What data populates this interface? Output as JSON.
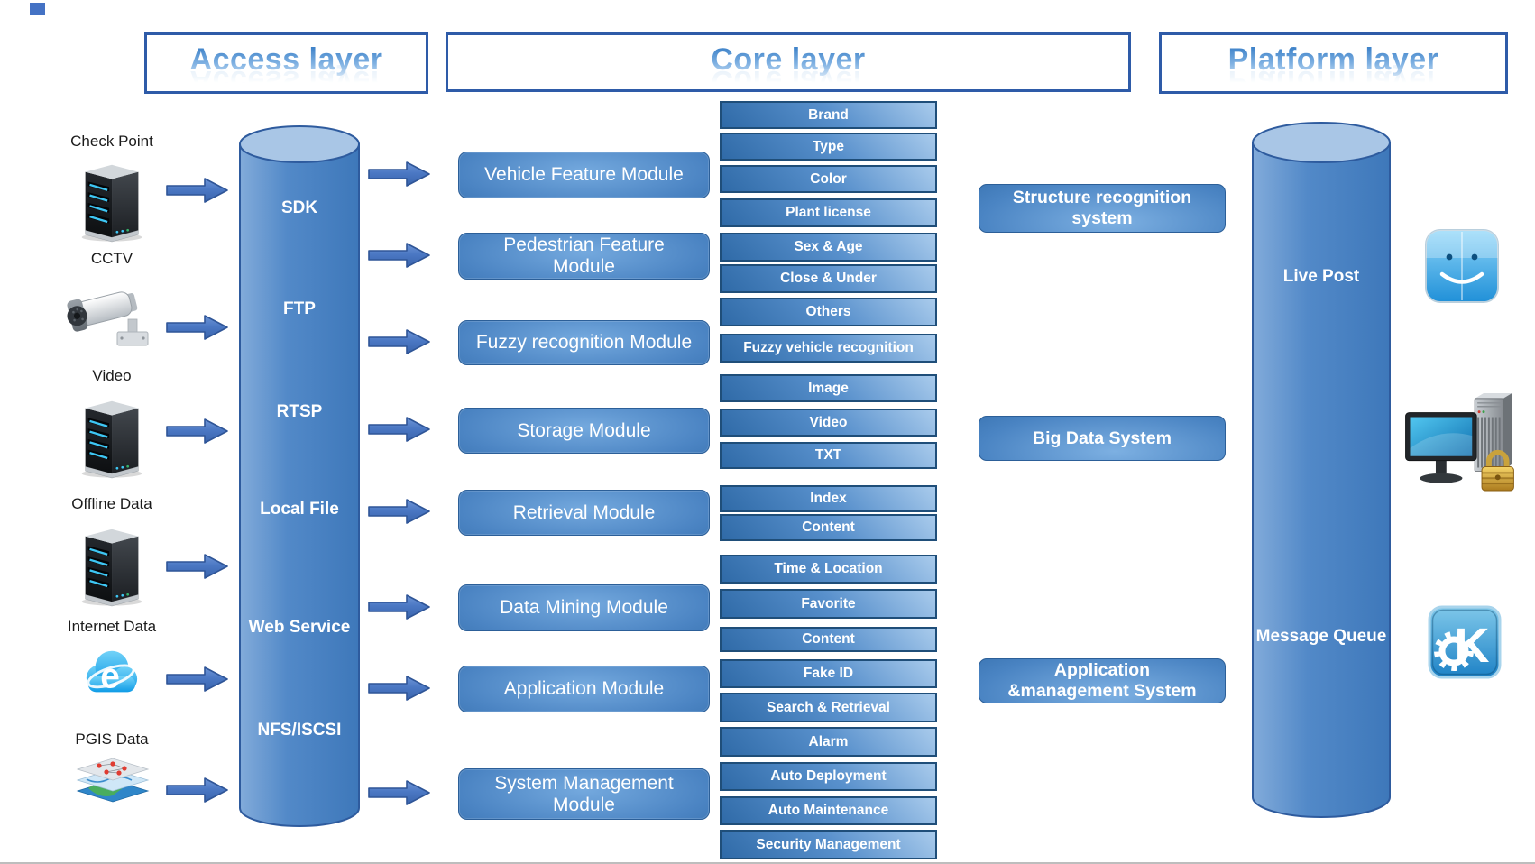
{
  "headers": {
    "access": "Access layer",
    "core": "Core layer",
    "platform": "Platform layer"
  },
  "access_layer": {
    "sources": [
      {
        "label": "Check Point",
        "icon": "server-icon"
      },
      {
        "label": "CCTV",
        "icon": "cctv-camera-icon"
      },
      {
        "label": "Video",
        "icon": "server-icon"
      },
      {
        "label": "Offline Data",
        "icon": "server-icon"
      },
      {
        "label": "Internet Data",
        "icon": "internet-explorer-icon"
      },
      {
        "label": "PGIS Data",
        "icon": "map-layers-icon"
      }
    ],
    "protocols": [
      "SDK",
      "FTP",
      "RTSP",
      "Local File",
      "Web Service",
      "NFS/ISCSI"
    ]
  },
  "core_layer": {
    "modules": [
      "Vehicle Feature Module",
      "Pedestrian Feature\nModule",
      "Fuzzy recognition Module",
      "Storage Module",
      "Retrieval  Module",
      "Data Mining Module",
      "Application  Module",
      "System Management\nModule"
    ],
    "features": [
      "Brand",
      "Type",
      "Color",
      "Plant license",
      "Sex & Age",
      "Close & Under",
      "Others",
      "Fuzzy vehicle recognition",
      "Image",
      "Video",
      "TXT",
      "Index",
      "Content",
      "Time & Location",
      "Favorite",
      "Content",
      "Fake ID",
      "Search & Retrieval",
      "Alarm",
      "Auto Deployment",
      "Auto Maintenance",
      "Security Management"
    ],
    "systems": [
      "Structure recognition\nsystem",
      "Big Data System",
      "Application\n&management System"
    ]
  },
  "platform_layer": {
    "labels": [
      "Live Post",
      "Message Queue"
    ],
    "icons": [
      "finder-icon",
      "secure-workstation-icon",
      "kde-icon"
    ]
  },
  "colors": {
    "arrow": "#4472C4",
    "cylinder": "#4E86C5",
    "box_dark": "#2C66A3",
    "box_light": "#A9CBEC",
    "box_border": "#1F4E79",
    "header_text": "#5B9BD5"
  }
}
